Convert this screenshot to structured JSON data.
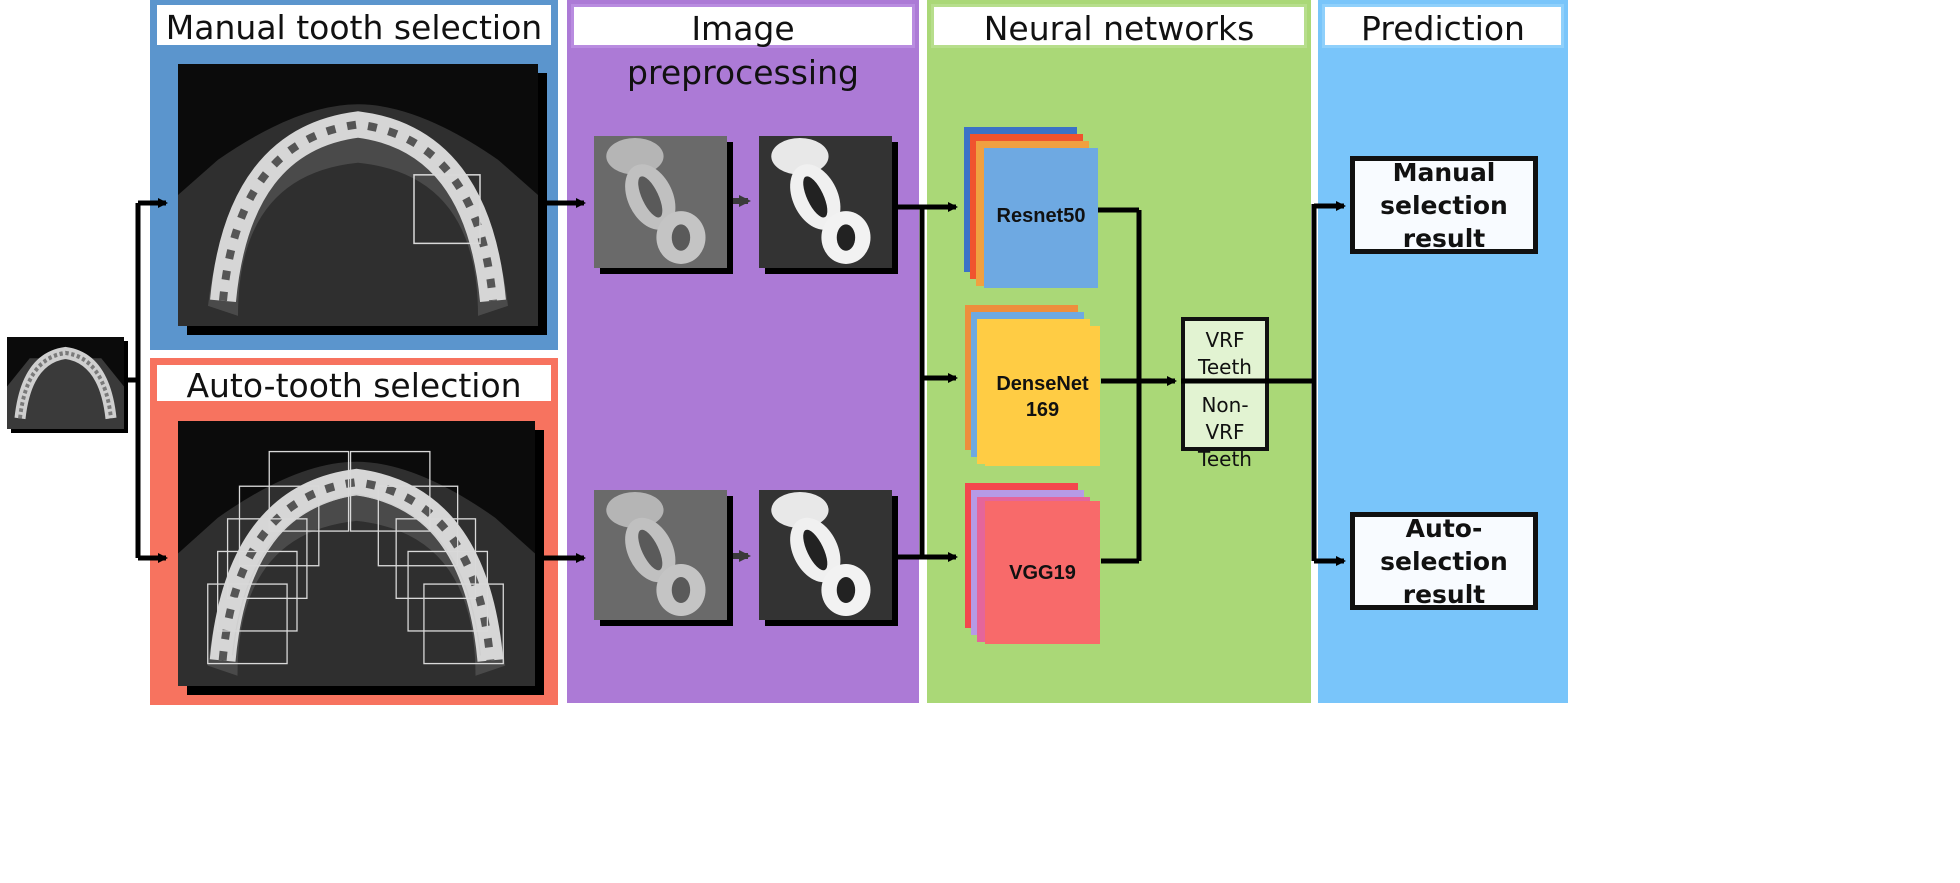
{
  "panels": {
    "manual": {
      "title": "Manual tooth selection",
      "color": "#5b95cd",
      "border": "#5b95cd"
    },
    "auto": {
      "title": "Auto-tooth selection",
      "color": "#f7735f",
      "border": "#f7735f"
    },
    "preprocess": {
      "title": "Image preprocessing",
      "color": "#ac7ad6",
      "border": "#b98ce0"
    },
    "networks": {
      "title": "Neural networks",
      "color": "#aad877",
      "border": "#b7de8c"
    },
    "prediction": {
      "title": "Prediction",
      "color": "#79c5fa",
      "border": "#8fd0fb"
    }
  },
  "networks": [
    {
      "label": "Resnet50",
      "front": "#6ea9e2",
      "back": [
        "#3b72c7",
        "#f0532e",
        "#f0a040"
      ]
    },
    {
      "label": "DenseNet\n169",
      "front": "#ffcc44",
      "back": [
        "#ee8f3c",
        "#6ea9e2",
        "#ffcc44"
      ]
    },
    {
      "label": "VGG19",
      "front": "#f86a6a",
      "back": [
        "#f3474d",
        "#b69ae6",
        "#e5659a"
      ]
    }
  ],
  "classifier": {
    "top": "VRF\nTeeth",
    "bottom": "Non-VRF\nTeeth"
  },
  "results": {
    "manual": "Manual\nselection\nresult",
    "auto": "Auto-selection\nresult"
  },
  "colors": {
    "arrow": "#000000",
    "small_arrow": "#3a3a3a",
    "ct_bg": "#0b0b0b",
    "roi_box": "#d9d9d9"
  },
  "icons": {
    "input_scan": "dental-ct-thumbnail",
    "jaw_scan": "dental-arch-ct-scan",
    "tooth_crop": "tooth-roi-crop"
  }
}
